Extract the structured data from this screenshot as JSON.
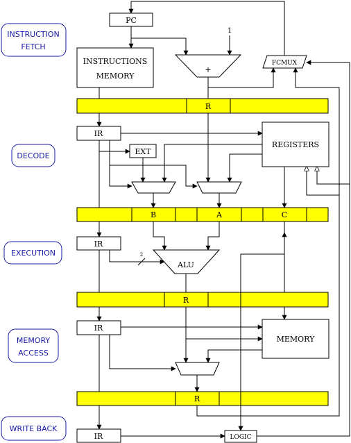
{
  "stages": {
    "instruction_fetch": "INSTRUCTION FETCH",
    "decode": "DECODE",
    "execution": "EXECUTION",
    "memory_access": "MEMORY ACCESS",
    "write_back": "WRITE BACK"
  },
  "components": {
    "pc": "PC",
    "instructions_memory": "INSTRUCTIONS MEMORY",
    "adder": "+",
    "const_one": "1",
    "fcmux": "FCMUX",
    "ext": "EXT",
    "registers": "REGISTERS",
    "alu": "ALU",
    "alu_width": "2",
    "memory": "MEMORY",
    "logic": "LOGIC"
  },
  "registers": {
    "if_r": "R",
    "ir_decode": "IR",
    "id_b": "B",
    "id_a": "A",
    "id_c": "C",
    "ir_execution": "IR",
    "ex_r": "R",
    "ir_memory": "IR",
    "mem_r": "R",
    "ir_writeback": "IR"
  },
  "colors": {
    "pipeline_register": "#ffff00",
    "stage_label": "#1a1aa8",
    "wire": "#000000"
  }
}
